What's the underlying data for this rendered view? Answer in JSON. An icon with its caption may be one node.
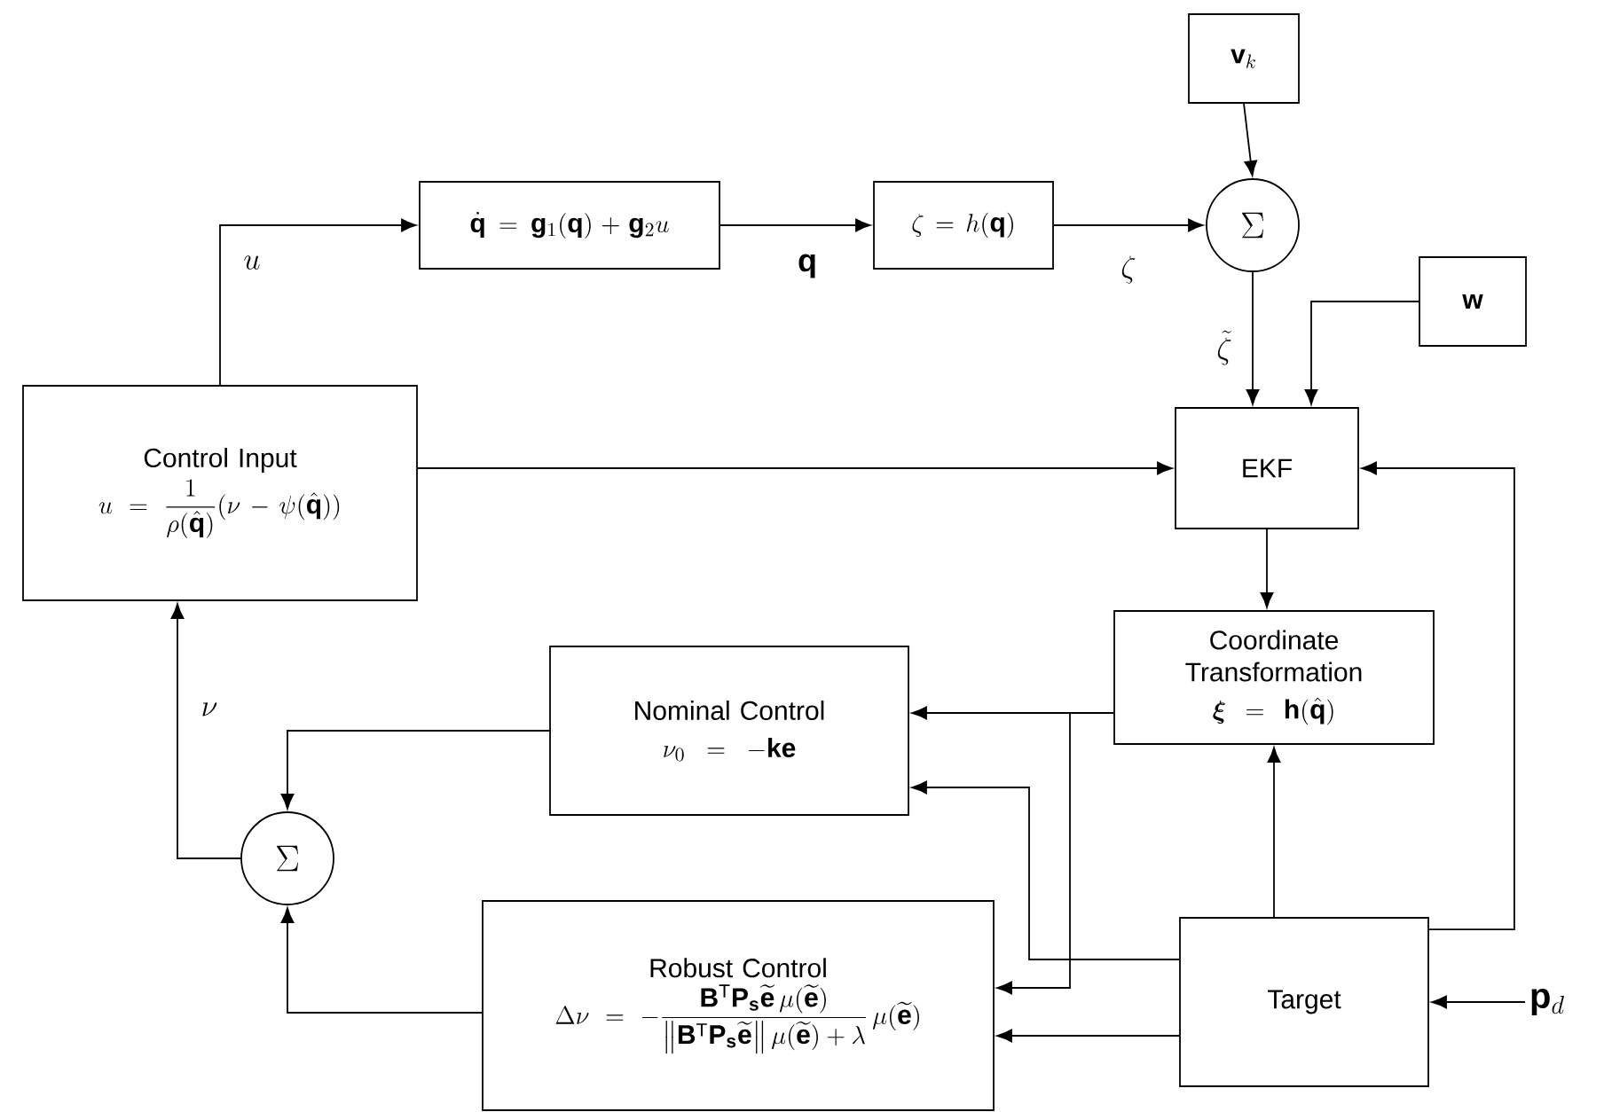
{
  "diagram": {
    "nodes": [
      {
        "text": [
          "Control Input",
          "u=\\dfrac{1}{\\rho(\\hat{\\mathbf{q}})}(\\nu-\\psi(\\hat{\\mathbf{q}}))"
        ]
      },
      {
        "text": [
          "\\dot{\\mathbf{q}}=\\mathbf{g}_1(\\mathbf{q})+\\mathbf{g}_2u"
        ]
      },
      {
        "text": [
          "\\zeta=h(\\mathbf{q})"
        ]
      },
      {
        "text": [
          "\\Sigma"
        ]
      },
      {
        "text": [
          "\\mathbf{v}_k"
        ]
      },
      {
        "text": [
          "\\mathbf{w}"
        ]
      },
      {
        "text": [
          "EKF"
        ]
      },
      {
        "text": [
          "Coordinate Transformation",
          "\\boldsymbol{\\xi}=\\mathbf{h}(\\hat{\\mathbf{q}})"
        ]
      },
      {
        "text": [
          "Nominal Control",
          "\\nu_0=-\\mathbf{ke}"
        ]
      },
      {
        "text": [
          "\\Sigma"
        ]
      },
      {
        "text": [
          "Robust Control",
          "\\Delta\\nu=-\\dfrac{\\mathbf{B}^{\\mathrm{T}}\\mathbf{P}_{\\mathbf{s}}\\widetilde{\\mathbf{e}}\\,\\mu(\\widetilde{\\mathbf{e}})}{\\left\\|\\mathbf{B}^{\\mathrm{T}}\\mathbf{P}_{\\mathbf{s}}\\widetilde{\\mathbf{e}}\\right\\|\\mu(\\widetilde{\\mathbf{e}})+\\lambda}\\,\\mu(\\widetilde{\\mathbf{e}})"
        ]
      },
      {
        "text": [
          "Target"
        ]
      },
      {
        "text": [
          "\\mathbf{p}_d"
        ]
      }
    ],
    "edges": [
      {
        "from": 0,
        "to": 1,
        "arrow": "to",
        "label": "u"
      },
      {
        "from": 1,
        "to": 2,
        "arrow": "to",
        "label": "\\mathbf{q}"
      },
      {
        "from": 2,
        "to": 3,
        "arrow": "to",
        "label": "\\zeta"
      },
      {
        "from": 4,
        "to": 3,
        "arrow": "to"
      },
      {
        "from": 3,
        "to": 6,
        "arrow": "to",
        "label": "\\tilde{\\zeta}"
      },
      {
        "from": 5,
        "to": 6,
        "arrow": "to"
      },
      {
        "from": 0,
        "to": 6,
        "arrow": "to"
      },
      {
        "from": 11,
        "to": 6,
        "arrow": "to"
      },
      {
        "from": 6,
        "to": 7,
        "arrow": "to"
      },
      {
        "from": 7,
        "to": 8,
        "arrow": "to"
      },
      {
        "from": 7,
        "to": 10,
        "arrow": "to"
      },
      {
        "from": 11,
        "to": 8,
        "arrow": "to"
      },
      {
        "from": 11,
        "to": 10,
        "arrow": "to"
      },
      {
        "from": 11,
        "to": 7,
        "arrow": "to"
      },
      {
        "from": 12,
        "to": 11,
        "arrow": "to"
      },
      {
        "from": 8,
        "to": 9,
        "arrow": "to"
      },
      {
        "from": 10,
        "to": 9,
        "arrow": "to"
      },
      {
        "from": 9,
        "to": 0,
        "arrow": "to",
        "label": "\\nu"
      }
    ]
  }
}
